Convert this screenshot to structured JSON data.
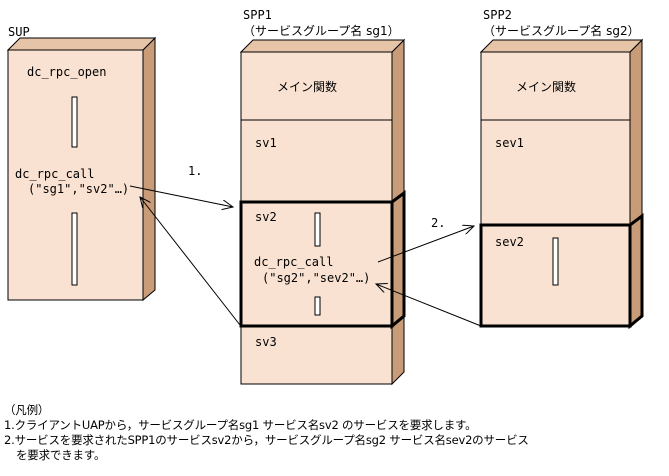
{
  "sup": {
    "title": "SUP",
    "open_call": "dc_rpc_open",
    "call_line1": "dc_rpc_call",
    "call_line2": "(\"sg1\",\"sv2\"…)"
  },
  "spp1": {
    "title": "SPP1",
    "subtitle": "（サービスグループ名 sg1）",
    "main": "メイン関数",
    "sv1": "sv1",
    "sv2": "sv2",
    "call_line1": "dc_rpc_call",
    "call_line2": "(\"sg2\",\"sev2\"…)",
    "sv3": "sv3"
  },
  "spp2": {
    "title": "SPP2",
    "subtitle": "（サービスグループ名 sg2）",
    "main": "メイン関数",
    "sev1": "sev1",
    "sev2": "sev2"
  },
  "arrows": {
    "step1": "1.",
    "step2": "2."
  },
  "legend": {
    "heading": "（凡例）",
    "item1": "1.クライアントUAPから，サービスグループ名sg1 サービス名sv2 のサービスを要求します。",
    "item2": "2.サービスを要求されたSPP1のサービスsv2から，サービスグループ名sg2 サービス名sev2のサービス",
    "item2_cont": "を要求できます。"
  },
  "colors": {
    "box_face": "#f9e2d2",
    "box_side": "#c89c78",
    "line": "#000000"
  }
}
